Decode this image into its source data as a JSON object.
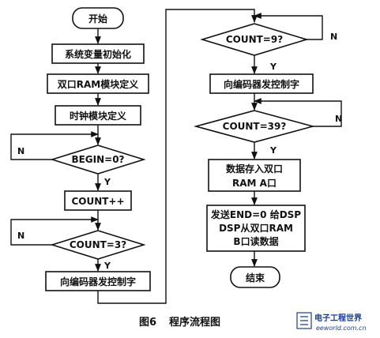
{
  "flowchart": {
    "left": {
      "start": "开始",
      "init_vars": "系统变量初始化",
      "dpram_def": "双口RAM模块定义",
      "clock_def": "时钟模块定义",
      "begin_check": "BEGIN=0?",
      "count_inc": "COUNT++",
      "count3_check": "COUNT=3?",
      "send_ctrl": "向编码器发控制字"
    },
    "right": {
      "count9_check": "COUNT=9?",
      "send_ctrl": "向编码器发控制字",
      "count39_check": "COUNT=39?",
      "store_line1": "数据存入双口",
      "store_line2": "RAM  A口",
      "end_line1": "发送END=0 给DSP",
      "end_line2": "DSP从双口RAM",
      "end_line3": "B口读数据",
      "finish": "结束"
    },
    "labels": {
      "yes": "Y",
      "no": "N"
    }
  },
  "caption": {
    "fig": "图6",
    "title": "程序流程图"
  },
  "watermark": {
    "name": "电子工程世界",
    "url": "eeworld.com.cn"
  }
}
